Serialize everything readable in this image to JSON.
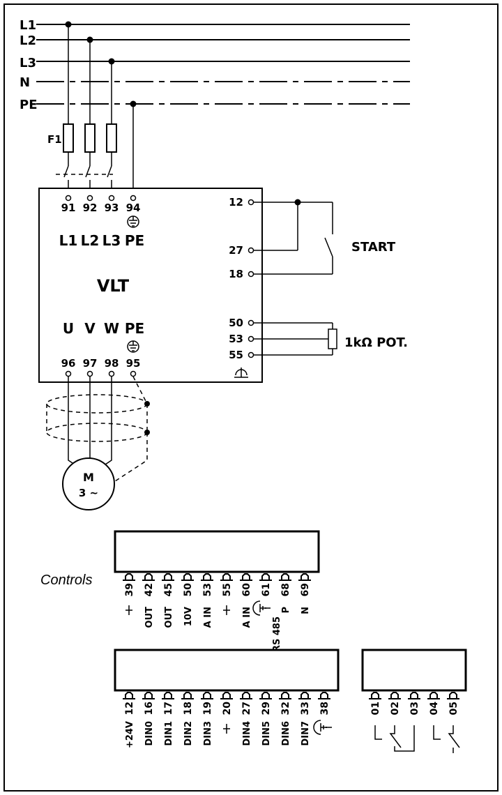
{
  "mains": {
    "l1": "L1",
    "l2": "L2",
    "l3": "L3",
    "n": "N",
    "pe": "PE"
  },
  "fuse_label": "F1",
  "drive": {
    "title": "VLT",
    "in_terms": [
      "91",
      "92",
      "93",
      "94"
    ],
    "in_labels": [
      "L1",
      "L2",
      "L3",
      "PE"
    ],
    "out_labels": [
      "U",
      "V",
      "W",
      "PE"
    ],
    "out_terms": [
      "96",
      "97",
      "98",
      "95"
    ],
    "ctrl_terms": [
      "12",
      "27",
      "18",
      "50",
      "53",
      "55"
    ]
  },
  "start_label": "START",
  "pot_label": "1kΩ POT.",
  "motor": {
    "m": "M",
    "phase": "3 ~"
  },
  "controls_label": "Controls",
  "strip1": {
    "nums": [
      "39",
      "42",
      "45",
      "50",
      "53",
      "55",
      "60",
      "61",
      "68",
      "69"
    ],
    "names": [
      "",
      "OUT",
      "OUT",
      "10V",
      "A IN",
      "",
      "A IN",
      "",
      "P",
      "N"
    ],
    "rs485": "RS 485"
  },
  "strip2": {
    "nums": [
      "12",
      "16",
      "17",
      "18",
      "19",
      "20",
      "27",
      "29",
      "32",
      "33",
      "38"
    ],
    "names": [
      "+24V",
      "DIN0",
      "DIN1",
      "DIN2",
      "DIN3",
      "",
      "DIN4",
      "DIN5",
      "DIN6",
      "DIN7",
      ""
    ]
  },
  "relay": {
    "nums": [
      "01",
      "02",
      "03",
      "04",
      "05"
    ]
  }
}
